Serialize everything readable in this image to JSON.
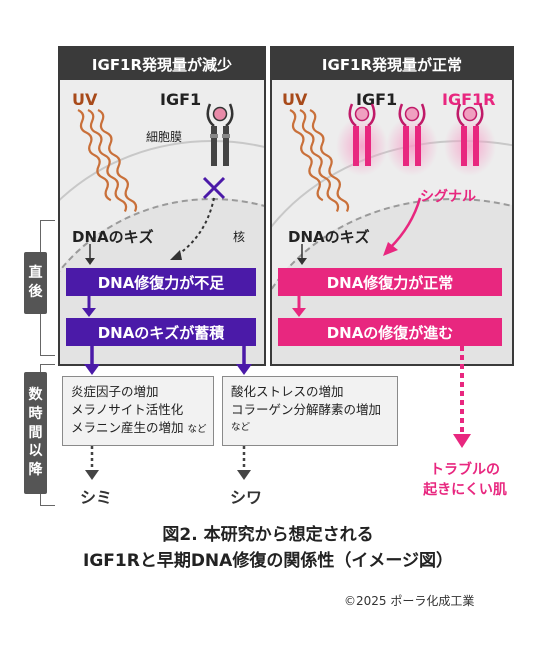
{
  "left_panel": {
    "title": "IGF1R発現量が減少",
    "uv": "UV",
    "igf1": "IGF1",
    "membrane": "細胞膜",
    "nucleus": "核",
    "dna_damage": "DNAのキズ",
    "bar1": "DNA修復力が不足",
    "bar2": "DNAのキズが蓄積"
  },
  "right_panel": {
    "title": "IGF1R発現量が正常",
    "uv": "UV",
    "igf1": "IGF1",
    "igf1r": "IGF1R",
    "signal": "シグナル",
    "dna_damage": "DNAのキズ",
    "bar1": "DNA修復力が正常",
    "bar2": "DNAの修復が進む"
  },
  "side_labels": {
    "immediate": [
      "直",
      "後"
    ],
    "hours_later": [
      "数",
      "時",
      "間",
      "以",
      "降"
    ]
  },
  "effects_left": {
    "lines": [
      "炎症因子の増加",
      "メラノサイト活性化",
      "メラニン産生の増加"
    ],
    "etc": "など",
    "result": "シミ"
  },
  "effects_right": {
    "lines": [
      "酸化ストレスの増加",
      "コラーゲン分解酵素の増加"
    ],
    "etc": "など",
    "result": "シワ"
  },
  "outcome_pink": [
    "トラブルの",
    "起きにくい肌"
  ],
  "caption": [
    "図2. 本研究から想定される",
    "IGF1Rと早期DNA修復の関係性（イメージ図）"
  ],
  "copyright": "©2025 ポーラ化成工業",
  "colors": {
    "purple": "#4b1aa8",
    "pink": "#e8277f",
    "uv_brown": "#a84a1a",
    "dark": "#3a3a3a"
  }
}
